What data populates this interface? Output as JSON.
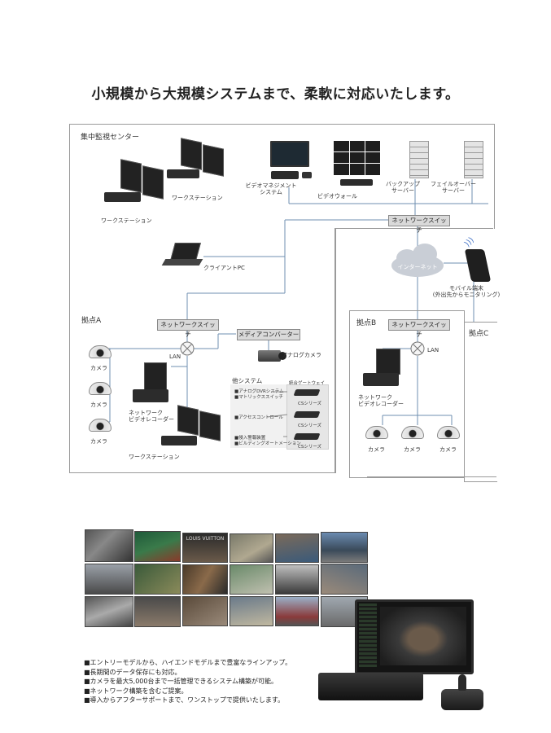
{
  "headline": "小規模から大規模システムまで、柔軟に対応いたします。",
  "sections": {
    "center": "集中監視センター",
    "site_a": "拠点A",
    "site_b": "拠点B",
    "site_c": "拠点C"
  },
  "center": {
    "workstation_1": "ワークステーション",
    "workstation_2": "ワークステーション",
    "video_mgmt": "ビデオマネジメント\nシステム",
    "video_wall": "ビデオウォール",
    "backup_server": "バックアップ\nサーバー",
    "failover_server": "フェイルオーバー\nサーバー",
    "network_switch": "ネットワークスイッチ",
    "client_pc": "クライアントPC",
    "internet": "インターネット",
    "mobile": "モバイル端末\n(外出先からモニタリング)"
  },
  "site_a": {
    "network_switch": "ネットワークスイッチ",
    "media_converter": "メディアコンバーター",
    "analog_camera": "アナログカメラ",
    "lan": "LAN",
    "cameras": [
      "カメラ",
      "カメラ",
      "カメラ"
    ],
    "nvr": "ネットワーク\nビデオレコーダー",
    "workstation": "ワークステーション",
    "other_systems": "他システム",
    "gateway": "統合ゲートウェイ",
    "other_items": [
      "■アナログDVRシステム\n■マトリックススイッチ",
      "■アクセスコントロール",
      "■侵入警報装置\n■ビルディングオートメーション"
    ],
    "series": [
      "CSシリーズ",
      "CSシリーズ",
      "CSシリーズ"
    ]
  },
  "site_b": {
    "network_switch": "ネットワークスイッチ",
    "lan": "LAN",
    "nvr": "ネットワーク\nビデオレコーダー",
    "cameras": [
      "カメラ",
      "カメラ",
      "カメラ"
    ]
  },
  "showcase": {
    "brand_sign": "LOUIS VUITTON"
  },
  "features": [
    "■エントリーモデルから、ハイエンドモデルまで豊富なラインアップ。",
    "■長期間のデータ保存にも対応。",
    "■カメラを最大5,000台まで一括管理できるシステム構築が可能。",
    "■ネットワーク構築を含むご提案。",
    "■導入からアフターサポートまで、ワンストップで提供いたします。"
  ],
  "colors": {
    "line": "#6f8fb0",
    "frame": "#9a9a9a",
    "switch_bg": "#d9d9d9"
  }
}
